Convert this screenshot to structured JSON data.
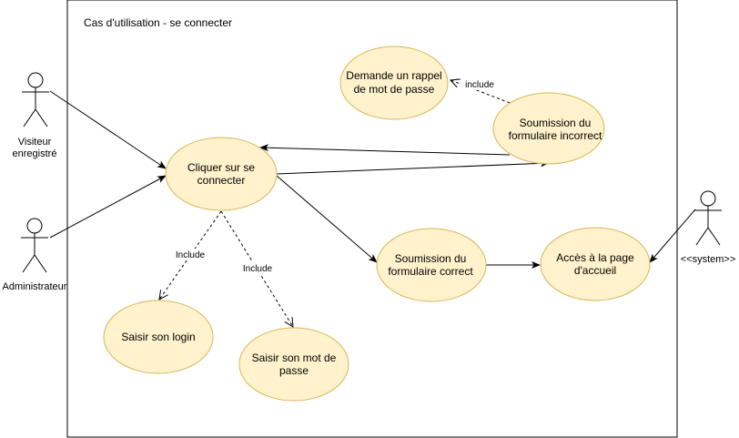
{
  "diagram": {
    "title": "Cas d'utilisation - se connecter",
    "actors": {
      "visiteur": [
        "Visiteur",
        "enregistré"
      ],
      "admin": [
        "Administrateur"
      ],
      "system": [
        "<<system>>"
      ]
    },
    "use_cases": {
      "cliquer": [
        "Cliquer sur se",
        "connecter"
      ],
      "rappel": [
        "Demande un rappel",
        "de mot de passe"
      ],
      "incorrect": [
        "Soumission du",
        "formulaire incorrect"
      ],
      "correct": [
        "Soumission du",
        "formulaire correct"
      ],
      "accueil": [
        "Accès à la page",
        "d'accueil"
      ],
      "login": [
        "Saisir son login"
      ],
      "mdp": [
        "Saisir son mot de",
        "passe"
      ]
    },
    "relations": {
      "include_login": "Include",
      "include_mdp": "Include",
      "include_rappel": "include"
    }
  }
}
